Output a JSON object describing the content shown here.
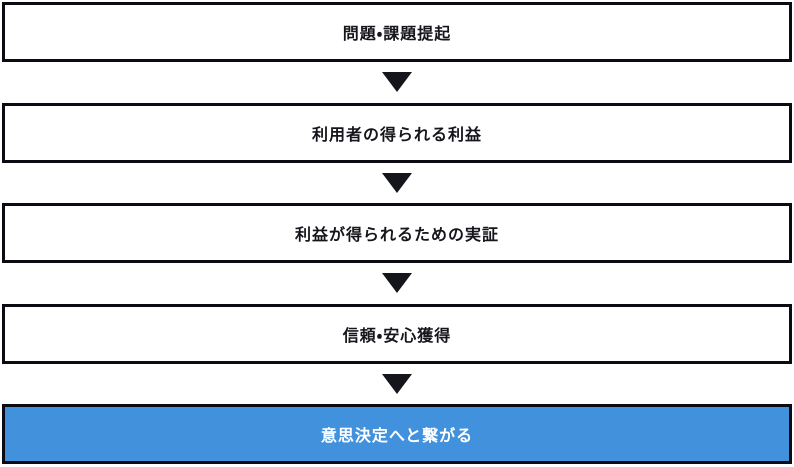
{
  "flowchart": {
    "title": "purchase-decision-flow",
    "steps": [
      {
        "label": "問題・課題提起",
        "highlighted": false
      },
      {
        "label": "利用者の得られる利益",
        "highlighted": false
      },
      {
        "label": "利益が得られるための実証",
        "highlighted": false
      },
      {
        "label": "信頼・安心獲得",
        "highlighted": false
      },
      {
        "label": "意思決定へと繋がる",
        "highlighted": true
      }
    ],
    "colors": {
      "box_border": "#0b0b14",
      "box_background": "#ffffff",
      "text": "#15151c",
      "highlight_background": "#4191DC",
      "highlight_text": "#ffffff",
      "arrow": "#15151c",
      "page_background": "#ffffff"
    }
  }
}
